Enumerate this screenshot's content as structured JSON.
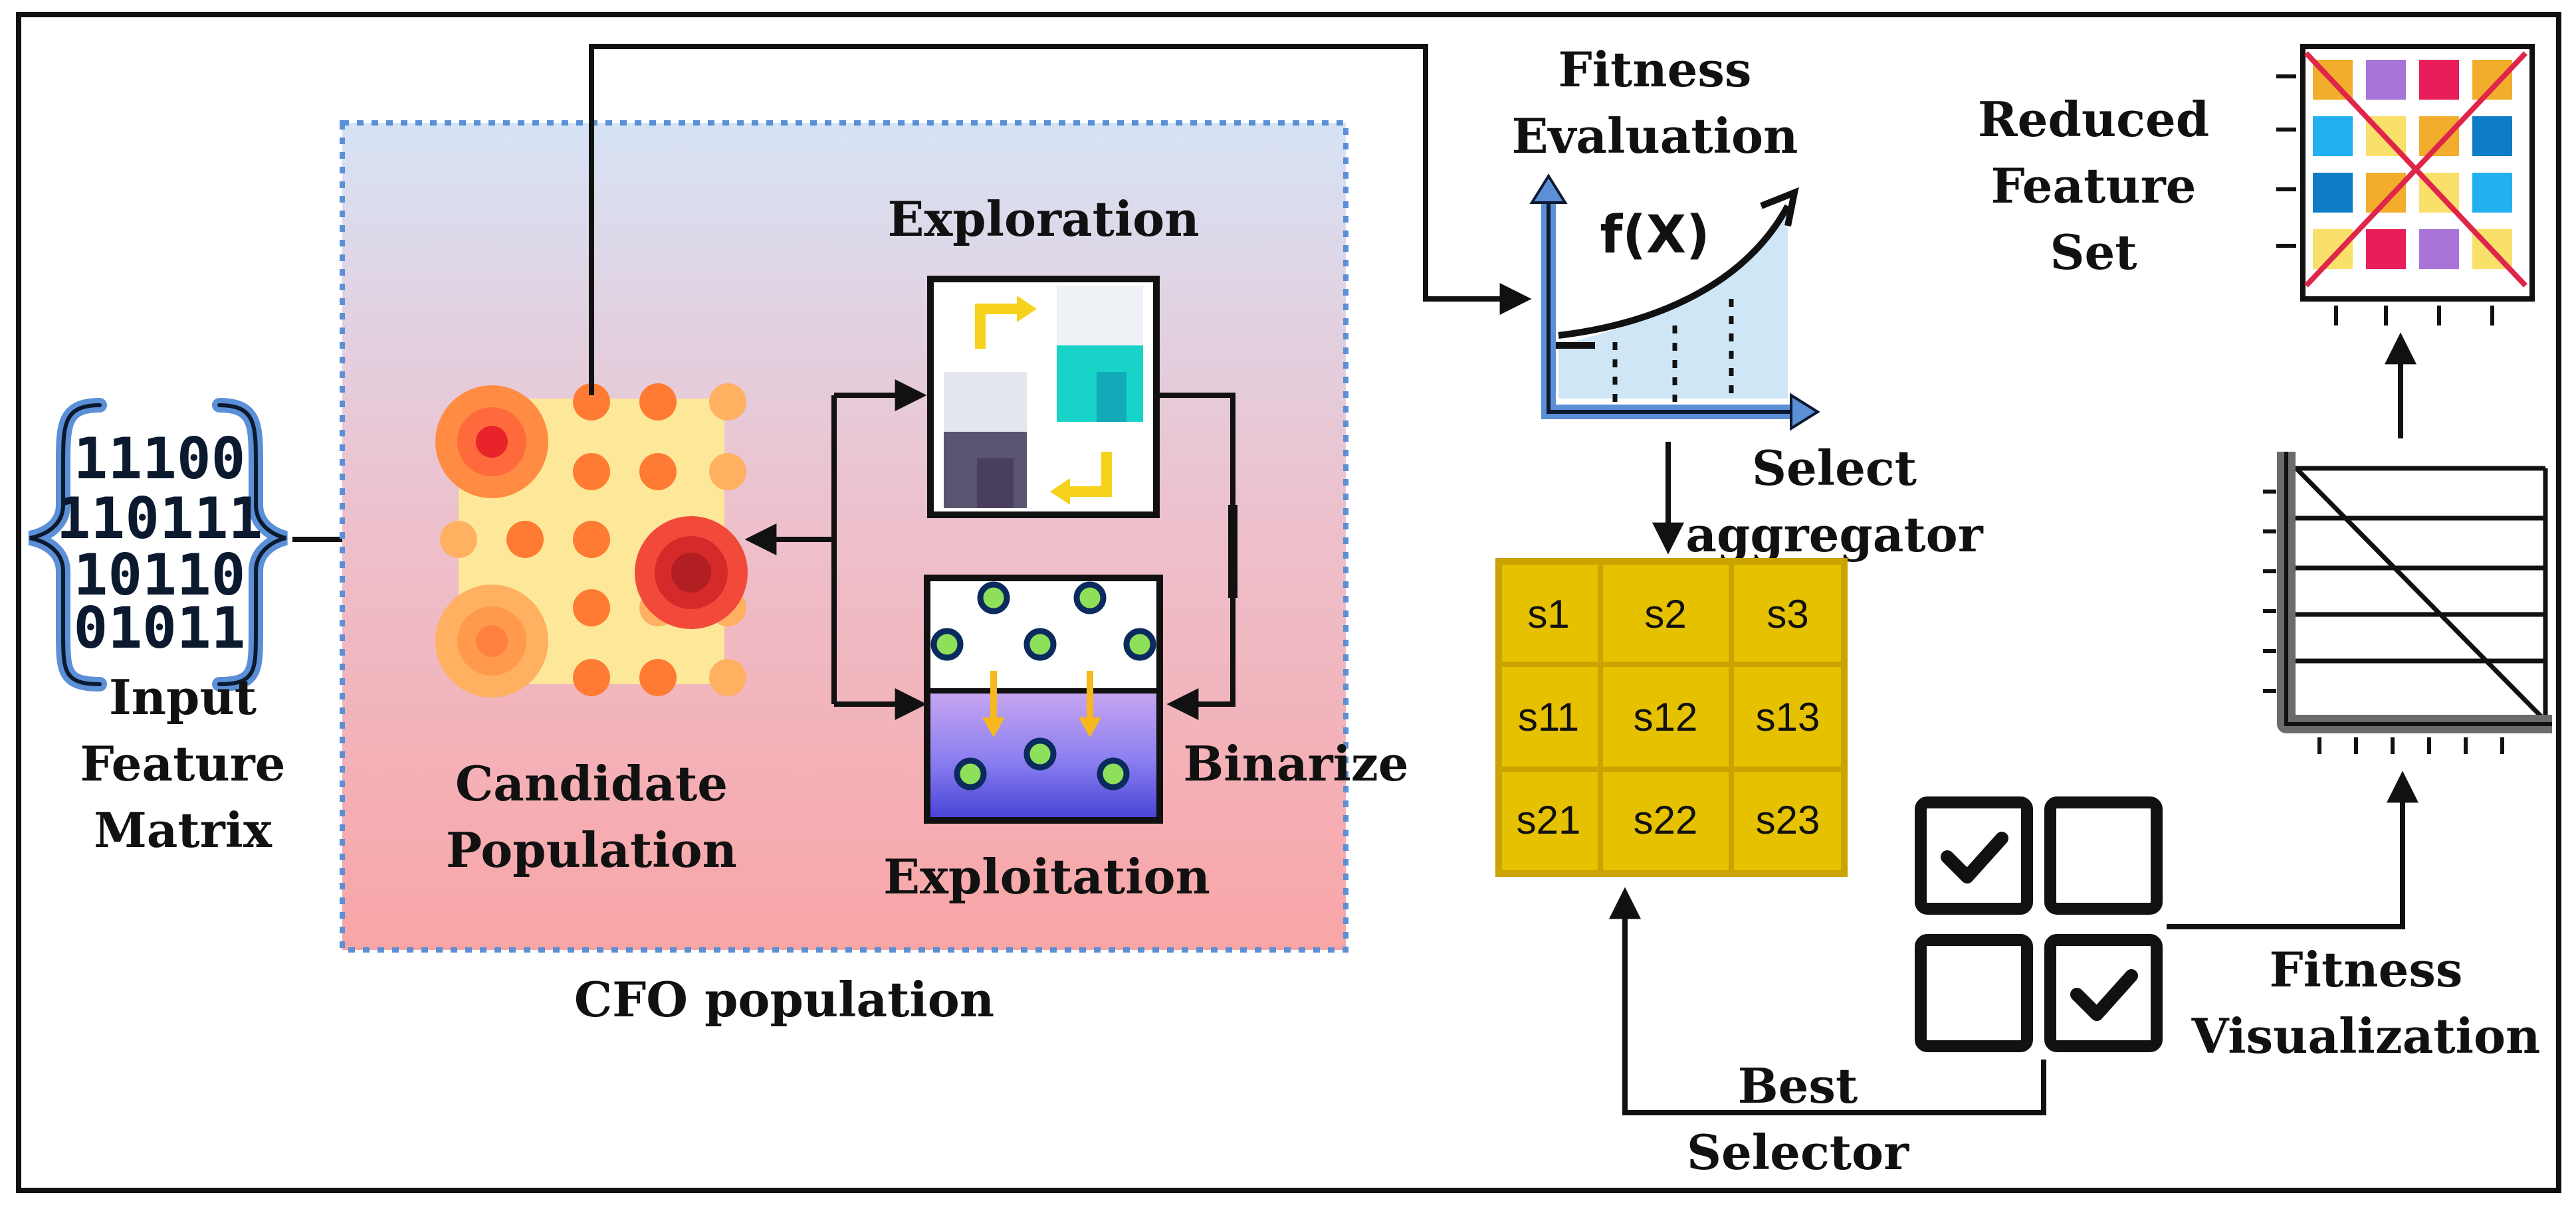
{
  "input": {
    "bits": [
      "11100",
      "110111",
      "10110",
      "01011"
    ],
    "label": [
      "Input",
      "Feature",
      "Matrix"
    ]
  },
  "population": {
    "candidate_label": [
      "Candidate",
      "Population"
    ],
    "group_label": "CFO population"
  },
  "phases": {
    "exploration_label": "Exploration",
    "exploitation_label": "Exploitation",
    "binarize_label": "Binarize"
  },
  "fitness": {
    "title": [
      "Fitness",
      "Evaluation"
    ],
    "function_label": "f(X)",
    "select_label": [
      "Select",
      "aggregator"
    ]
  },
  "grid": {
    "cells": [
      [
        "s1",
        "s2",
        "s3"
      ],
      [
        "s11",
        "s12",
        "s13"
      ],
      [
        "s21",
        "s22",
        "s23"
      ]
    ]
  },
  "selector": {
    "label": [
      "Best",
      "Selector"
    ]
  },
  "visualization": {
    "label": [
      "Fitness",
      "Visualization"
    ]
  },
  "reduced": {
    "label": [
      "Reduced",
      "Feature",
      "Set"
    ]
  },
  "colors": {
    "grid_fill": "#e5c100",
    "grid_border": "#c9a300",
    "accent_blue": "#5b8fd6",
    "population_top": "#d6e3f5",
    "population_bottom": "#f9a5a6"
  }
}
